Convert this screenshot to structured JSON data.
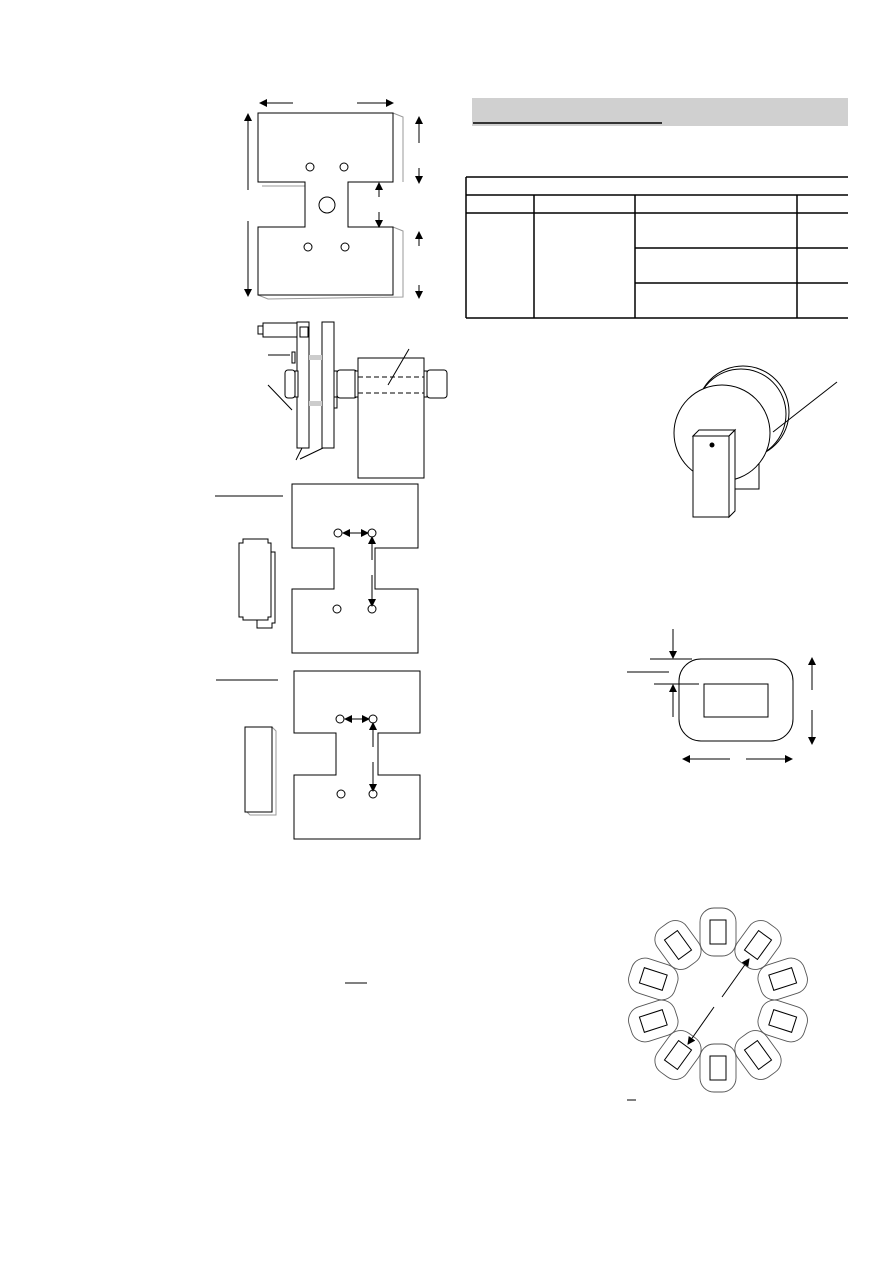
{
  "section_header": {
    "band_color": "#d0d0d0"
  },
  "figures": {
    "plate_top_view": {
      "icon": "h-shaped-core-plate"
    },
    "plate_side_view": {
      "icon": "clamp-assembly"
    },
    "plate_variant_a": {
      "icon": "core-plate-with-stack"
    },
    "plate_variant_b": {
      "icon": "core-plate-with-block"
    },
    "spool": {
      "icon": "toroid-spool"
    },
    "coil_section": {
      "icon": "coil-cross-section"
    },
    "coil_ring": {
      "icon": "coil-ring-array",
      "coil_count": 10
    }
  }
}
